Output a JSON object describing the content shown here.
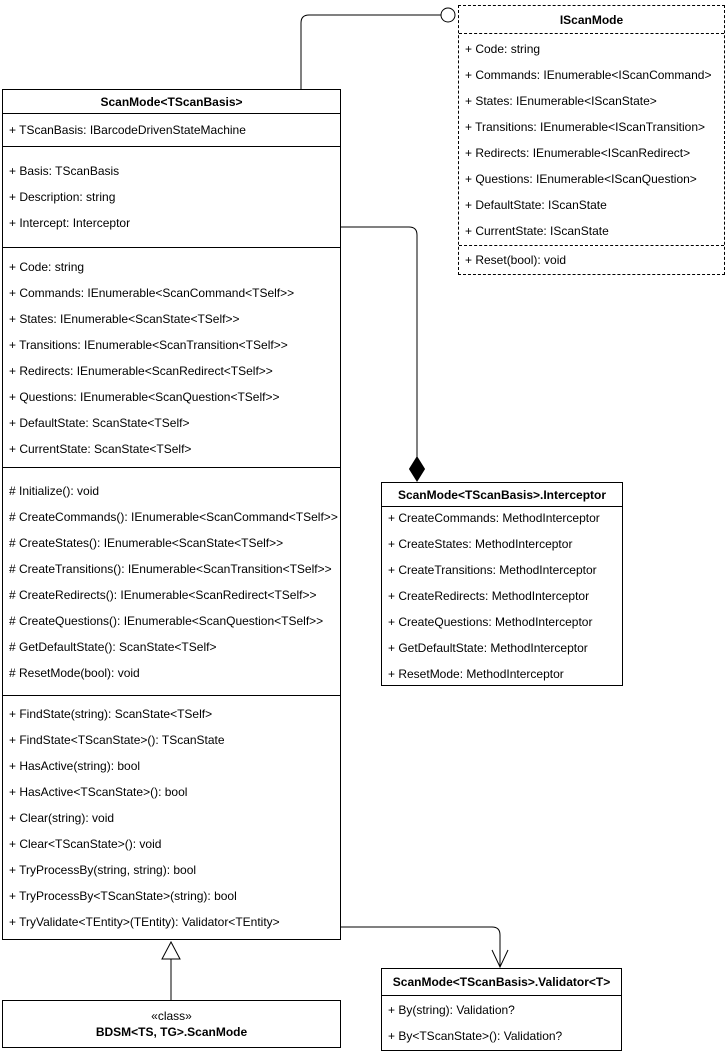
{
  "colors": {
    "stroke": "#000000",
    "fill": "#ffffff",
    "text": "#000000"
  },
  "classes": {
    "scanmode": {
      "title": "ScanMode<TScanBasis>",
      "sections": [
        [
          "+ TScanBasis: IBarcodeDrivenStateMachine"
        ],
        [
          "+ Basis: TScanBasis",
          "+ Description: string",
          "+ Intercept: Interceptor"
        ],
        [
          "+ Code: string",
          "+ Commands: IEnumerable<ScanCommand<TSelf>>",
          "+ States: IEnumerable<ScanState<TSelf>>",
          "+ Transitions: IEnumerable<ScanTransition<TSelf>>",
          "+ Redirects: IEnumerable<ScanRedirect<TSelf>>",
          "+ Questions: IEnumerable<ScanQuestion<TSelf>>",
          "+ DefaultState: ScanState<TSelf>",
          "+ CurrentState: ScanState<TSelf>"
        ],
        [
          "# Initialize(): void",
          "# CreateCommands(): IEnumerable<ScanCommand<TSelf>>",
          "# CreateStates(): IEnumerable<ScanState<TSelf>>",
          "# CreateTransitions(): IEnumerable<ScanTransition<TSelf>>",
          "# CreateRedirects(): IEnumerable<ScanRedirect<TSelf>>",
          "# CreateQuestions(): IEnumerable<ScanQuestion<TSelf>>",
          "# GetDefaultState(): ScanState<TSelf>",
          "# ResetMode(bool): void"
        ],
        [
          "+ FindState(string): ScanState<TSelf>",
          "+ FindState<TScanState>(): TScanState",
          "+ HasActive(string): bool",
          "+ HasActive<TScanState>(): bool",
          "+ Clear(string): void",
          "+ Clear<TScanState>(): void",
          "+ TryProcessBy(string, string): bool",
          "+ TryProcessBy<TScanState>(string): bool",
          "+ TryValidate<TEntity>(TEntity): Validator<TEntity>"
        ]
      ]
    },
    "iscanmode": {
      "title": "IScanMode",
      "sections": [
        [
          "+ Code: string",
          "+ Commands: IEnumerable<IScanCommand>",
          "+ States: IEnumerable<IScanState>",
          "+ Transitions: IEnumerable<IScanTransition>",
          "+ Redirects: IEnumerable<IScanRedirect>",
          "+ Questions: IEnumerable<IScanQuestion>",
          "+ DefaultState: IScanState",
          "+ CurrentState: IScanState"
        ],
        [
          "+ Reset(bool): void"
        ]
      ]
    },
    "interceptor": {
      "title": "ScanMode<TScanBasis>.Interceptor",
      "sections": [
        [
          "+ CreateCommands: MethodInterceptor",
          "+ CreateStates: MethodInterceptor",
          "+ CreateTransitions: MethodInterceptor",
          "+ CreateRedirects: MethodInterceptor",
          "+ CreateQuestions: MethodInterceptor",
          "+ GetDefaultState: MethodInterceptor",
          "+ ResetMode: MethodInterceptor"
        ]
      ]
    },
    "validator": {
      "title": "ScanMode<TScanBasis>.Validator<T>",
      "sections": [
        [
          "+ By(string): Validation?",
          "+ By<TScanState>(): Validation?"
        ]
      ]
    },
    "bdsm": {
      "stereotype": "«class»",
      "title": "BDSM<TS, TG>.ScanMode"
    }
  },
  "relationships": [
    {
      "type": "realization",
      "from": "ScanMode<TScanBasis>",
      "to": "IScanMode",
      "notation": "lollipop"
    },
    {
      "type": "composition",
      "from": "ScanMode<TScanBasis>",
      "to": "ScanMode<TScanBasis>.Interceptor",
      "notation": "filled-diamond"
    },
    {
      "type": "dependency",
      "from": "ScanMode<TScanBasis>",
      "to": "ScanMode<TScanBasis>.Validator<T>",
      "notation": "open-arrow"
    },
    {
      "type": "generalization",
      "from": "BDSM<TS, TG>.ScanMode",
      "to": "ScanMode<TScanBasis>",
      "notation": "hollow-triangle"
    }
  ]
}
